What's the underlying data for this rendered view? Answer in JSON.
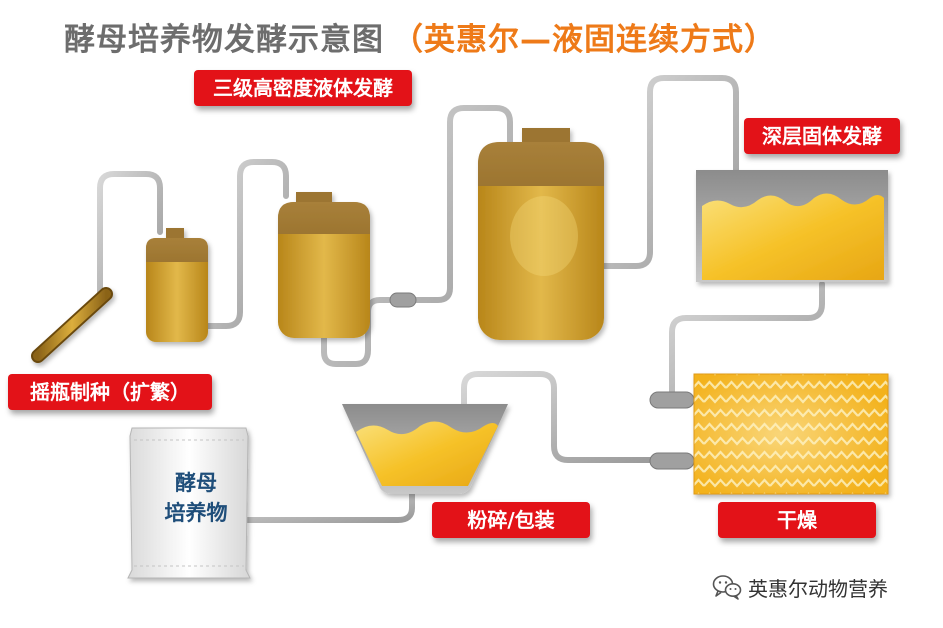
{
  "title": {
    "main": "酵母培养物发酵示意图",
    "sub": "（英惠尔—液固连续方式）"
  },
  "labels": {
    "liquid_fermentation": "三级高密度液体发酵",
    "solid_fermentation": "深层固体发酵",
    "shake_flask": "摇瓶制种（扩繁）",
    "crush_pack": "粉碎/包装",
    "drying": "干燥"
  },
  "product_bag": {
    "line1": "酵母",
    "line2": "培养物"
  },
  "watermark": {
    "text": "英惠尔动物营养",
    "icon": "wechat-icon"
  },
  "colors": {
    "title_gray": "#6d6d6d",
    "title_orange": "#ee7a18",
    "label_red": "#e31218",
    "tank_gold": "#c8961e",
    "tank_dark": "#a8802e",
    "solid_yellow": "#f7c42e",
    "pipe_gray": "#b8b8b8"
  }
}
